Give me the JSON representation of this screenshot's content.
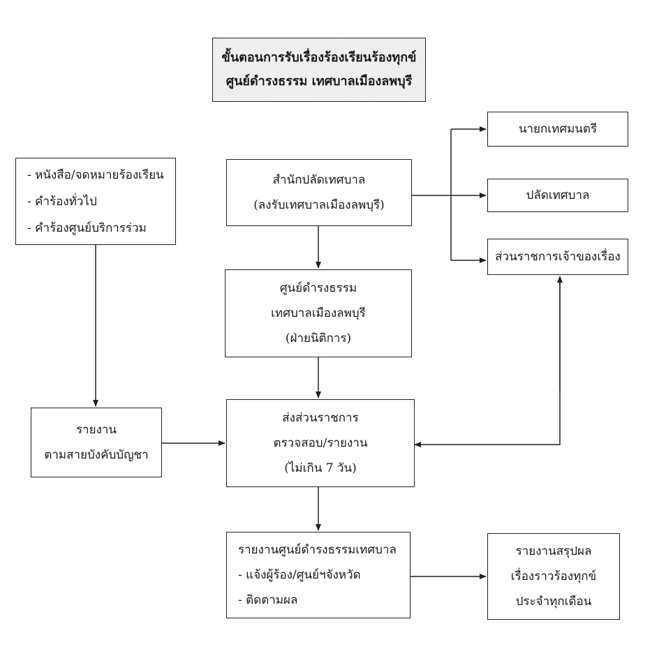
{
  "title": {
    "line1": "ขั้นตอนการรับเรื่องร้องเรียนร้องทุกข์",
    "line2": "ศูนย์ดำรงธรรม เทศบาลเมืองลพบุรี"
  },
  "boxes": {
    "sources": {
      "lines": [
        "- หนังสือ/จดหมายร้องเรียน",
        "- คำร้องทั่วไป",
        "- คำร้องศูนย์บริการร่วม"
      ]
    },
    "office": {
      "lines": [
        "สำนักปลัดเทศบาล",
        "(ลงรับเทศบาลเมืองลพบุรี)"
      ]
    },
    "mayor": {
      "lines": [
        "นายกเทศมนตรี"
      ]
    },
    "clerk": {
      "lines": [
        "ปลัดเทศบาล"
      ]
    },
    "department": {
      "lines": [
        "ส่วนราชการเจ้าของเรื่อง"
      ]
    },
    "center": {
      "lines": [
        "ศูนย์ดำรงธรรม",
        "เทศบาลเมืองลพบุรี",
        "(ฝ่ายนิติการ)"
      ]
    },
    "chain_report": {
      "lines": [
        "รายงาน",
        "ตามสายบังคับบัญชา"
      ]
    },
    "forward": {
      "lines": [
        "ส่งส่วนราชการ",
        "ตรวจสอบ/รายงาน",
        "(ไม่เกิน 7 วัน)"
      ]
    },
    "center_report": {
      "lines": [
        "รายงานศูนย์ดำรงธรรมเทศบาล",
        "- แจ้งผู้ร้อง/ศูนย์ฯจังหวัด",
        "- ติดตามผล"
      ]
    },
    "monthly_summary": {
      "lines": [
        "รายงานสรุปผล",
        "เรื่องราวร้องทุกข์",
        "ประจำทุกเดือน"
      ]
    }
  }
}
